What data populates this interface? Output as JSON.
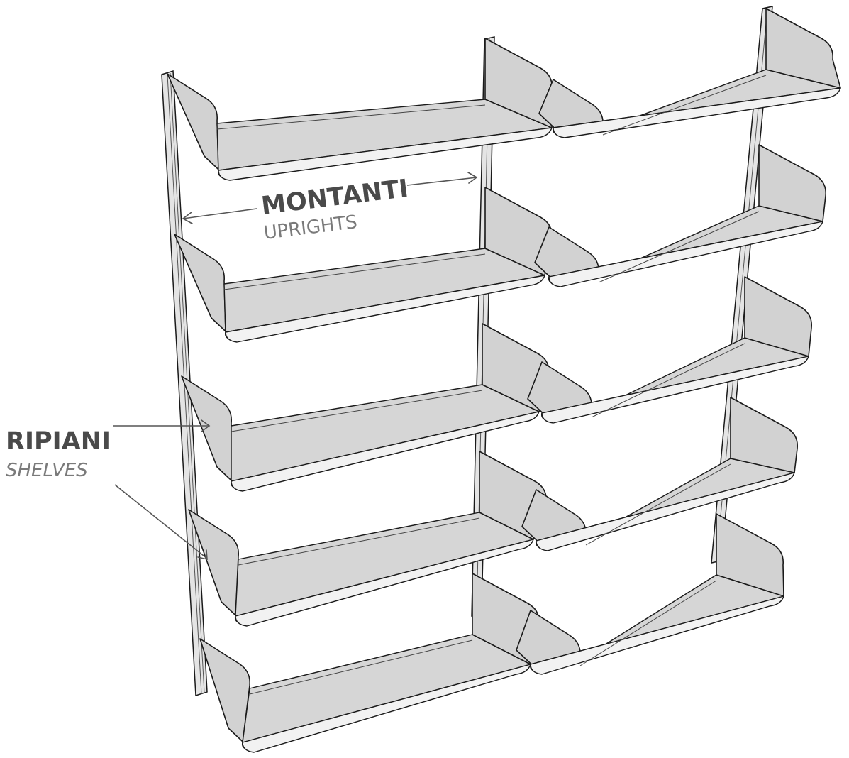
{
  "labels": {
    "uprights_main": "MONTANTI",
    "uprights_sub": "UPRIGHTS",
    "shelves_main": "RIPIANI",
    "shelves_sub": "SHELVES"
  },
  "colors": {
    "shelf": "#d2d2d2",
    "outline": "#1a1a1a",
    "label_main": "#4a4a4a",
    "label_sub": "#7a7a7a"
  }
}
